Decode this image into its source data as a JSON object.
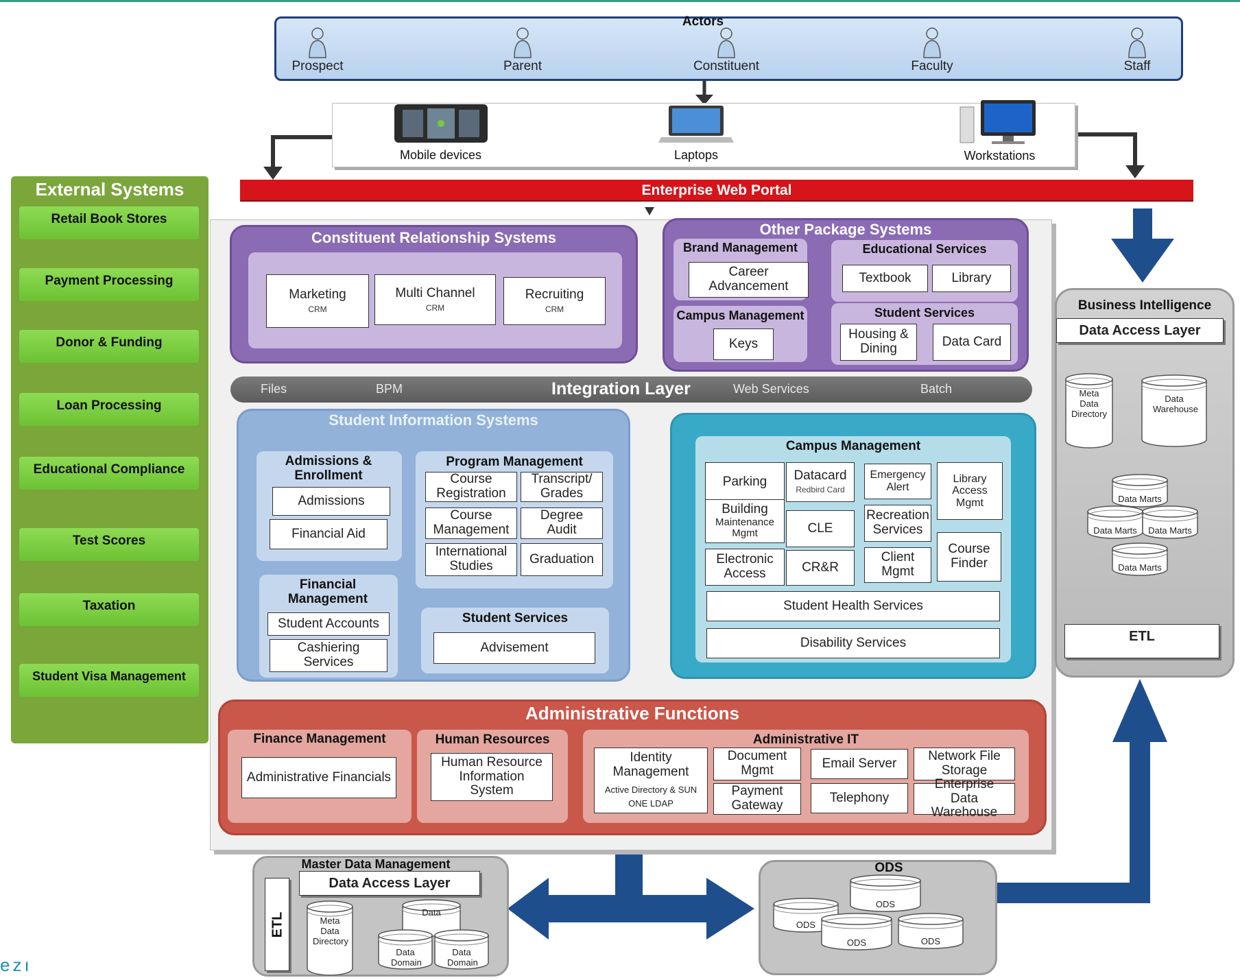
{
  "colors": {
    "portal_red": "#d7141a",
    "external_green": "#7aa63a",
    "crm_purple": "#8a6bb4",
    "sis_blue": "#93b2d9",
    "campus_teal": "#38aac8",
    "admin_red": "#c9574a",
    "arrow_blue": "#1f4e8c",
    "integration_gray": "#6e6e6e"
  },
  "actors": {
    "title": "Actors",
    "items": [
      {
        "label": "Prospect",
        "icon": "person-icon"
      },
      {
        "label": "Parent",
        "icon": "person-icon"
      },
      {
        "label": "Constituent",
        "icon": "person-icon"
      },
      {
        "label": "Faculty",
        "icon": "person-icon"
      },
      {
        "label": "Staff",
        "icon": "person-icon"
      }
    ]
  },
  "devices": {
    "items": [
      {
        "label": "Mobile devices",
        "icon": "tablet-icon"
      },
      {
        "label": "Laptops",
        "icon": "laptop-icon"
      },
      {
        "label": "Workstations",
        "icon": "desktop-icon"
      }
    ]
  },
  "portal": {
    "label": "Enterprise Web Portal"
  },
  "external": {
    "title": "External Systems",
    "items": [
      "Retail Book Stores",
      "Payment Processing",
      "Donor & Funding",
      "Loan Processing",
      "Educational Compliance",
      "Test Scores",
      "Taxation",
      "Student Visa Management"
    ]
  },
  "crm": {
    "title": "Constituent Relationship Systems",
    "items": [
      {
        "label": "Marketing",
        "sub": "CRM"
      },
      {
        "label": "Multi Channel",
        "sub": "CRM"
      },
      {
        "label": "Recruiting",
        "sub": "CRM"
      }
    ]
  },
  "other": {
    "title": "Other Package Systems",
    "brand": {
      "title": "Brand Management",
      "item": "Career Advancement"
    },
    "edu": {
      "title": "Educational Services",
      "items": [
        "Textbook",
        "Library"
      ]
    },
    "campus": {
      "title": "Campus Management",
      "item": "Keys"
    },
    "student": {
      "title": "Student Services",
      "items": [
        "Housing & Dining",
        "Data Card"
      ]
    }
  },
  "integration": {
    "title": "Integration Layer",
    "files": "Files",
    "bpm": "BPM",
    "web": "Web Services",
    "batch": "Batch"
  },
  "sis": {
    "title": "Student Information Systems",
    "admissions": {
      "title": "Admissions & Enrollment",
      "items": [
        "Admissions",
        "Financial Aid"
      ]
    },
    "program": {
      "title": "Program Management",
      "items": [
        "Course Registration",
        "Transcript/ Grades",
        "Course Management",
        "Degree Audit",
        "International Studies",
        "Graduation"
      ]
    },
    "financial": {
      "title": "Financial Management",
      "items": [
        "Student Accounts",
        "Cashiering Services"
      ]
    },
    "services": {
      "title": "Student Services",
      "item": "Advisement"
    }
  },
  "campus": {
    "title": "Campus Management",
    "parking": "Parking",
    "datacard": "Datacard",
    "datacard_sub": "Redbird Card",
    "emergency": "Emergency Alert",
    "library": "Library Access Mgmt",
    "building": "Building",
    "building_sub": "Maintenance",
    "building_sub2": "Mgmt",
    "cle": "CLE",
    "recreation": "Recreation Services",
    "electronic": "Electronic Access",
    "crr": "CR&R",
    "client": "Client Mgmt",
    "course": "Course Finder",
    "health": "Student Health Services",
    "disability": "Disability Services"
  },
  "admin": {
    "title": "Administrative Functions",
    "finance": {
      "title": "Finance Management",
      "item": "Administrative Financials"
    },
    "hr": {
      "title": "Human Resources",
      "item": "Human Resource Information System"
    },
    "it": {
      "title": "Administrative IT",
      "identity": "Identity Management",
      "identity_sub": "Active Directory & SUN ONE LDAP",
      "document": "Document Mgmt",
      "email": "Email Server",
      "network": "Network File Storage",
      "payment": "Payment Gateway",
      "telephony": "Telephony",
      "warehouse": "Enterprise Data Warehouse"
    }
  },
  "bi": {
    "title": "Business Intelligence",
    "dal": "Data Access Layer",
    "meta": "Meta Data Directory",
    "warehouse": "Data Warehouse",
    "marts": [
      "Data Marts",
      "Data Marts",
      "Data Marts",
      "Data Marts"
    ],
    "etl": "ETL"
  },
  "mdm": {
    "title": "Master Data Management",
    "dal": "Data Access Layer",
    "etl": "ETL",
    "meta": "Meta Data Directory",
    "data": "Data",
    "domains": [
      "Data Domain",
      "Data Domain"
    ]
  },
  "ods": {
    "title": "ODS",
    "items": [
      "ODS",
      "ODS",
      "ODS",
      "ODS"
    ]
  },
  "footer": {
    "fragment": "ezı"
  }
}
